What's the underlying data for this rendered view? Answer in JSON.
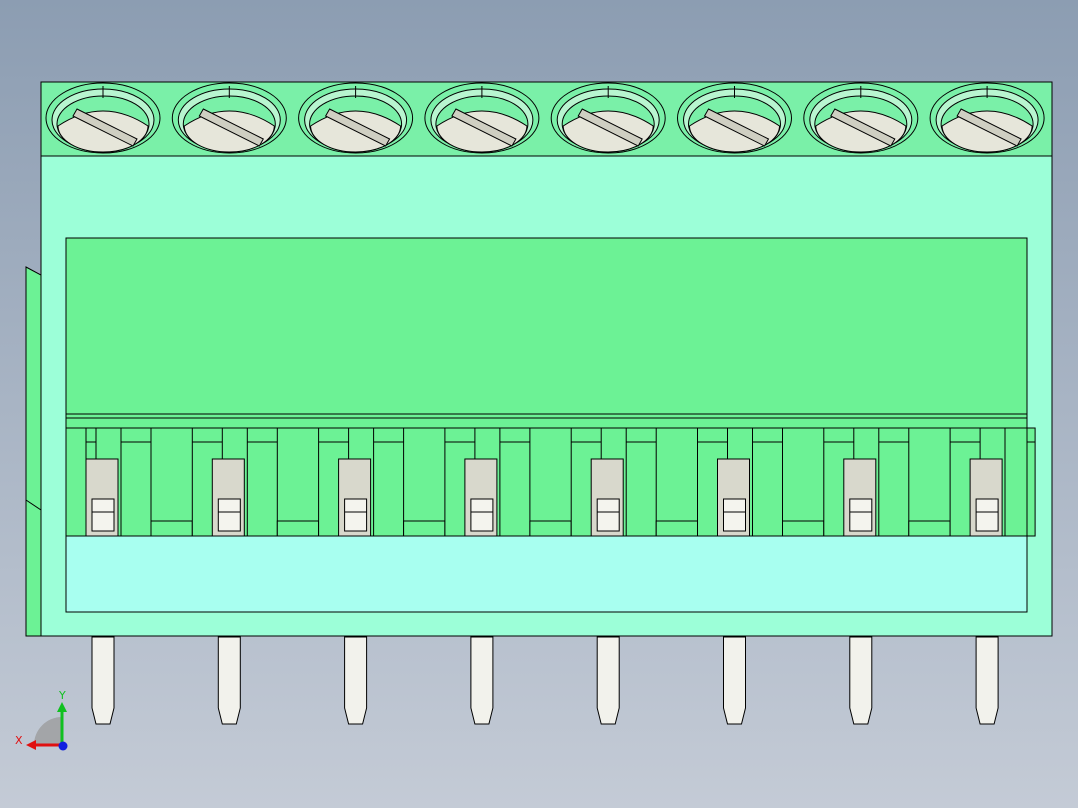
{
  "viewport": {
    "background_top": "#8c9db2",
    "background_bottom": "#c4cbd6"
  },
  "part": {
    "pole_count": 8,
    "body_color": "#9cffd8",
    "body_mid_color": "#6cf295",
    "body_top_color": "#7af0a8",
    "pocket_color": "#d8d8cc",
    "screw_color": "#e6e6da",
    "pin_color": "#f2f2ec",
    "edge_color": "#000000",
    "bottom_band_color": "#a8fff0"
  },
  "triad": {
    "x_label": "X",
    "y_label": "Y",
    "x_color": "#e01010",
    "y_color": "#10c020",
    "z_color": "#1020e0"
  }
}
